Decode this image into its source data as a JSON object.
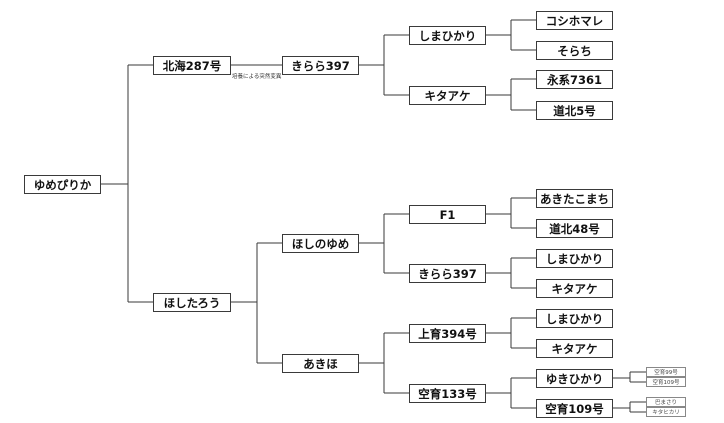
{
  "nodes": {
    "root": "ゆめぴりか",
    "hokkai287": "北海287号",
    "kirara397_a": "きらら397",
    "shimahikari_a": "しまひかり",
    "koshihomare": "コシホマレ",
    "sorachi": "そらち",
    "kitaake_a": "キタアケ",
    "eikei7361": "永系7361",
    "douhoku5": "道北5号",
    "hoshitarou": "ほしたろう",
    "hoshinoyume": "ほしのゆめ",
    "f1": "F1",
    "akitakomachi": "あきたこまち",
    "douhoku48": "道北48号",
    "kirara397_b": "きらら397",
    "shimahikari_b": "しまひかり",
    "kitaake_b": "キタアケ",
    "akiho": "あきほ",
    "kamiiku394": "上育394号",
    "shimahikari_c": "しまひかり",
    "kitaake_c": "キタアケ",
    "kuuiku133": "空育133号",
    "yukihikari": "ゆきひかり",
    "kuuiku109": "空育109号",
    "kuuiku99": "空育99号",
    "kuuiku109_small": "空育109号",
    "tomoyutaka": "巴まさり",
    "kitahikari": "キタヒカリ"
  },
  "annotations": {
    "mutation_note": "培養による突然変異"
  }
}
